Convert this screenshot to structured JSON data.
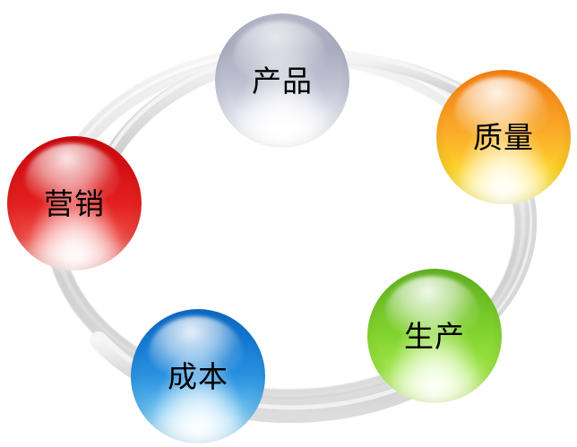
{
  "diagram": {
    "type": "cycle",
    "title": "",
    "background_color": "#ffffff",
    "ring": {
      "name": "cycle-ring",
      "color": "#d4d4d4",
      "highlight_color": "#f2f2f2",
      "shadow_color": "#bfbfbf"
    },
    "nodes": [
      {
        "id": "product",
        "label": "产品",
        "color": "#b3b5c6",
        "color_name": "silver",
        "position": "top"
      },
      {
        "id": "quality",
        "label": "质量",
        "color": "#f6901c",
        "color_name": "orange",
        "position": "top-right"
      },
      {
        "id": "production",
        "label": "生产",
        "color": "#82d32f",
        "color_name": "green",
        "position": "bottom-right"
      },
      {
        "id": "cost",
        "label": "成本",
        "color": "#2a92e0",
        "color_name": "blue",
        "position": "bottom-left"
      },
      {
        "id": "marketing",
        "label": "营销",
        "color": "#e3201f",
        "color_name": "red",
        "position": "left"
      }
    ]
  }
}
